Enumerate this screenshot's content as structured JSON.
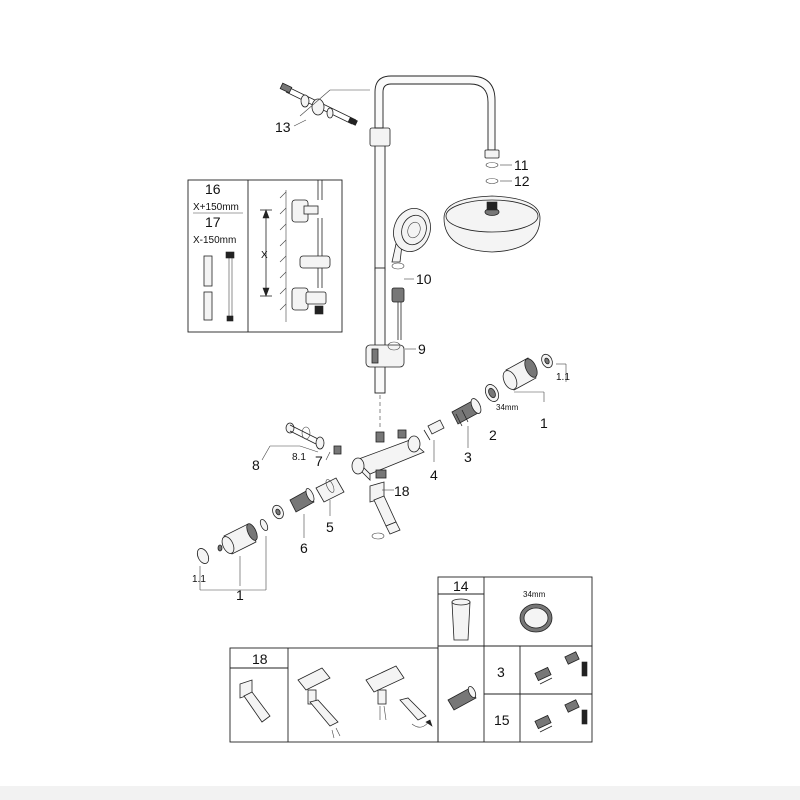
{
  "labels": {
    "p1_right": "1",
    "p1_1_right": "1.1",
    "p2": "2",
    "mm34_mid": "34mm",
    "p3": "3",
    "p4": "4",
    "p5": "5",
    "p6": "6",
    "p7": "7",
    "p8": "8",
    "p8_1": "8.1",
    "p9": "9",
    "p10": "10",
    "p11": "11",
    "p12": "12",
    "p13": "13",
    "p18": "18",
    "p1_left": "1",
    "p1_1_left": "1.1"
  },
  "inset_left": {
    "top_num": "16",
    "top_size": "X+150mm",
    "bottom_num": "17",
    "bottom_size": "X-150mm",
    "dim_letter": "X"
  },
  "inset_bottom_right": {
    "n14": "14",
    "mm34": "34mm",
    "n3": "3",
    "n15": "15"
  },
  "inset_bottom_left": {
    "n18": "18"
  },
  "icons": [
    "shower-system-exploded-view",
    "hand-shower-icon",
    "shower-head-icon",
    "thermostat-mixer-icon",
    "spout-icon",
    "rotation-arrow-icon"
  ]
}
